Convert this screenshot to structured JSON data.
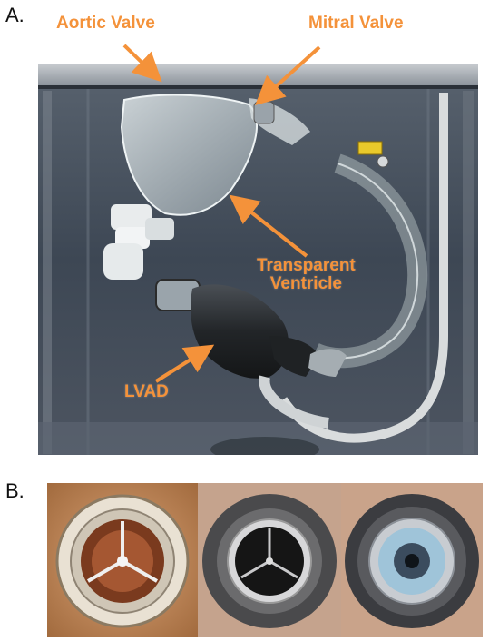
{
  "panel_labels": {
    "a": "A.",
    "b": "B."
  },
  "callouts": {
    "aortic_valve": "Aortic Valve",
    "mitral_valve": "Mitral Valve",
    "transparent_ventricle_line1": "Transparent",
    "transparent_ventricle_line2": "Ventricle",
    "lvad": "LVAD"
  },
  "colors": {
    "callout_text": "#f4923a",
    "tank_water": "#3b4653",
    "tubing": "#b7c3c5"
  },
  "images": [
    {
      "name": "mock-circulatory-loop-photo",
      "panel": "A"
    },
    {
      "name": "valve-closeup-1",
      "panel": "B"
    },
    {
      "name": "valve-closeup-2",
      "panel": "B"
    },
    {
      "name": "valve-closeup-3",
      "panel": "B"
    }
  ]
}
